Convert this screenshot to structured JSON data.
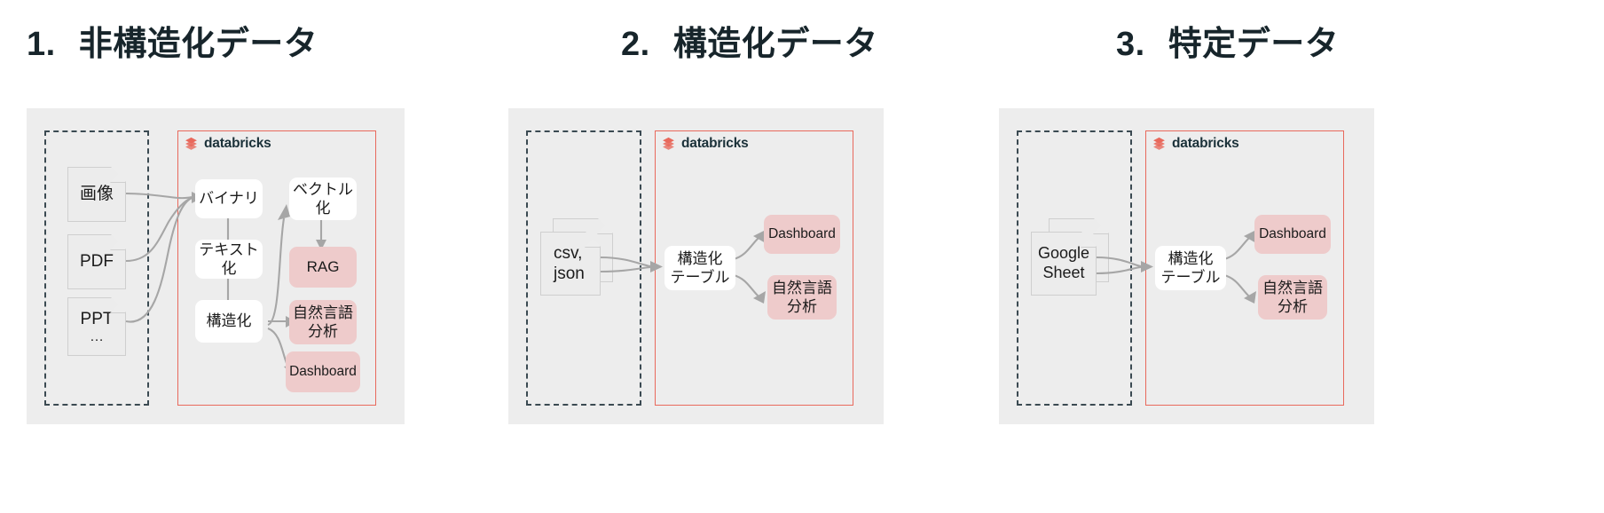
{
  "page": {
    "background": "#ffffff",
    "accent_red": "#e8695c",
    "pink_fill": "#eecbcb",
    "panel_fill": "#ededed",
    "dashed_stroke": "#3b4a52",
    "arrow_stroke": "#a6a6a6",
    "title_color": "#17252b"
  },
  "panels": [
    {
      "id": "unstructured",
      "title_number": "1.",
      "title_text": "非構造化データ",
      "platform_logo": {
        "icon": "databricks-logo-icon",
        "wordmark": "databricks"
      },
      "sources": [
        {
          "label": "画像"
        },
        {
          "label": "PDF"
        },
        {
          "label": "PPT\n…"
        }
      ],
      "sources_lines": [
        [
          "画像"
        ],
        [
          "PDF"
        ],
        [
          "PPT",
          "…"
        ]
      ],
      "pipeline": [
        {
          "label": "バイナリ",
          "style": "white"
        },
        {
          "label": "テキスト\n化",
          "style": "white"
        },
        {
          "label": "構造化",
          "style": "white"
        }
      ],
      "pipeline_lines": [
        [
          "バイナリ"
        ],
        [
          "テキスト",
          "化"
        ],
        [
          "構造化"
        ]
      ],
      "outputs": [
        {
          "label": "ベクトル\n化",
          "style": "white"
        },
        {
          "label": "RAG",
          "style": "pink"
        },
        {
          "label": "自然言語\n分析",
          "style": "pink"
        },
        {
          "label": "Dashboard",
          "style": "pink"
        }
      ],
      "outputs_lines": [
        [
          "ベクトル",
          "化"
        ],
        [
          "RAG"
        ],
        [
          "自然言語",
          "分析"
        ],
        [
          "Dashboard"
        ]
      ]
    },
    {
      "id": "structured",
      "title_number": "2.",
      "title_text": "構造化データ",
      "platform_logo": {
        "icon": "databricks-logo-icon",
        "wordmark": "databricks"
      },
      "source_stack": {
        "lines": [
          "csv,",
          "json"
        ]
      },
      "pipeline": [
        {
          "label": "構造化\nテーブル",
          "style": "white"
        }
      ],
      "pipeline_lines": [
        [
          "構造化",
          "テーブル"
        ]
      ],
      "outputs": [
        {
          "label": "Dashboard",
          "style": "pink"
        },
        {
          "label": "自然言語\n分析",
          "style": "pink"
        }
      ],
      "outputs_lines": [
        [
          "Dashboard"
        ],
        [
          "自然言語",
          "分析"
        ]
      ]
    },
    {
      "id": "specific",
      "title_number": "3.",
      "title_text": "特定データ",
      "platform_logo": {
        "icon": "databricks-logo-icon",
        "wordmark": "databricks"
      },
      "source_stack": {
        "lines": [
          "Google",
          "Sheet"
        ]
      },
      "pipeline": [
        {
          "label": "構造化\nテーブル",
          "style": "white"
        }
      ],
      "pipeline_lines": [
        [
          "構造化",
          "テーブル"
        ]
      ],
      "outputs": [
        {
          "label": "Dashboard",
          "style": "pink"
        },
        {
          "label": "自然言語\n分析",
          "style": "pink"
        }
      ],
      "outputs_lines": [
        [
          "Dashboard"
        ],
        [
          "自然言語",
          "分析"
        ]
      ]
    }
  ]
}
